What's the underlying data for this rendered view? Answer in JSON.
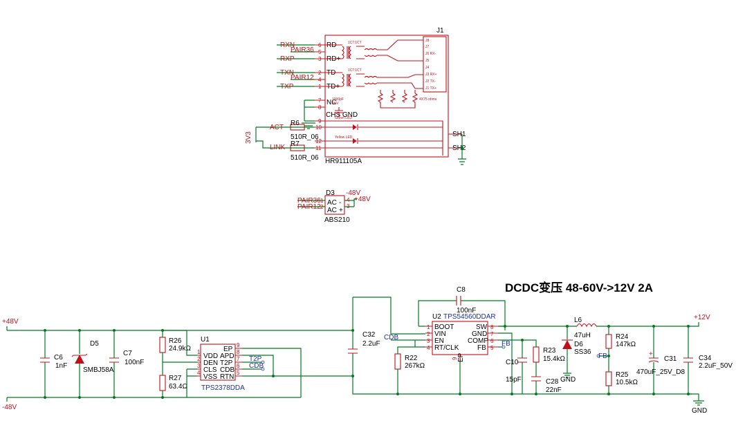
{
  "title": "DCDC变压 48-60V->12V 2A",
  "j1": {
    "ref": "J1",
    "part": "HR911105A",
    "nets": {
      "rxn": "RXN",
      "rxp": "RXP",
      "txn": "TXN",
      "txp": "TXP",
      "pair36": "PAIR36",
      "pair12": "PAIR12",
      "act": "ACT",
      "link": "LINK",
      "v3": "3V3"
    },
    "pins": {
      "rd_minus": "RD-",
      "rd_plus": "RD+",
      "td_minus": "TD-",
      "td_plus": "TD+",
      "nc": "NC",
      "chs_gnd": "CHS GND",
      "sh1": "SH1",
      "sh2": "SH2"
    },
    "pin_numbers": {
      "p6": "6",
      "p3": "3",
      "p2": "2",
      "p1": "1",
      "p7": "7",
      "p8": "8",
      "p9": "9",
      "p10": "10",
      "p12": "12",
      "p11": "11",
      "p5": "5",
      "p4": "4"
    },
    "xfmr_ratio": "1CT:1CT",
    "cap_note": "1000pF",
    "cap_note2": "2KV",
    "ohms_note": "4X75 ohms",
    "green_led": "Green LED",
    "yellow_led": "Yellow LED",
    "rj_pins": [
      "J8",
      "J7",
      "J6 RX-",
      "J5",
      "J4",
      "J3 RX+",
      "J2 TX-",
      "J1 TX+"
    ],
    "r6": {
      "ref": "R6",
      "val": "510R_06"
    },
    "r7": {
      "ref": "R7",
      "val": "510R_06"
    }
  },
  "d3": {
    "ref": "D3",
    "part": "ABS210",
    "ac1": "AC",
    "ac2": "AC",
    "minus": "-",
    "plus": "+",
    "pin1": "1",
    "pin2": "2",
    "pin3": "3",
    "pin4": "4",
    "net_pair36": "PAIR36",
    "net_pair12": "PAIR12",
    "net_m48": "-48V",
    "net_p48": "+48V"
  },
  "power": {
    "p48": "+48V",
    "m48": "-48V",
    "p12": "+12V",
    "gnd_right": "GND",
    "gnd_d6": "GND"
  },
  "left": {
    "c6": {
      "ref": "C6",
      "val": "1nF"
    },
    "d5": {
      "ref": "D5",
      "val": "SMBJ58A"
    },
    "c7": {
      "ref": "C7",
      "val": "100nF"
    },
    "r26": {
      "ref": "R26",
      "val": "24.9kΩ"
    },
    "r27": {
      "ref": "R27",
      "val": "63.4Ω"
    }
  },
  "u1": {
    "ref": "U1",
    "part": "TPS2378DDA",
    "pins_left": [
      "VDD",
      "DEN",
      "CLS",
      "VSS"
    ],
    "pins_right": [
      "EP",
      "APD",
      "T2P",
      "CDB",
      "RTN"
    ],
    "nums_left": [
      "1",
      "2",
      "3",
      "4"
    ],
    "nums_right": [
      "9",
      "8",
      "7",
      "6",
      "5"
    ],
    "net_t2p": "T2P",
    "net_cdb": "CDB"
  },
  "u2": {
    "ref": "U2",
    "part": "TPS54560DDAR",
    "pins_left": [
      "BOOT",
      "VIN",
      "EN",
      "RT/CLK"
    ],
    "pins_right": [
      "SW",
      "GND",
      "COMP",
      "FB"
    ],
    "nums_left": [
      "1",
      "2",
      "3",
      "4"
    ],
    "nums_right": [
      "8",
      "7",
      "6",
      "5"
    ],
    "ep": "EP",
    "ep_num": "9",
    "net_cdb": "CDB",
    "net_fb": "FB"
  },
  "buck": {
    "c32": {
      "ref": "C32",
      "val": "2.2uF"
    },
    "c8": {
      "ref": "C8",
      "val": "100nF"
    },
    "r22": {
      "ref": "R22",
      "val": "267kΩ"
    },
    "c10": {
      "ref": "C10",
      "val": "15pF"
    },
    "r23": {
      "ref": "R23",
      "val": "15.4kΩ"
    },
    "c28": {
      "ref": "C28",
      "val": "22nF"
    },
    "l6": {
      "ref": "L6",
      "val": "47uH"
    },
    "d6": {
      "ref": "D6",
      "val": "SS36"
    },
    "r24": {
      "ref": "R24",
      "val": "147kΩ"
    },
    "r25": {
      "ref": "R25",
      "val": "10.5kΩ"
    },
    "net_fb": "FB",
    "c31": {
      "ref": "C31",
      "val": "470uF_25V_D8"
    },
    "c34": {
      "ref": "C34",
      "val": "2.2uF_50V"
    }
  }
}
